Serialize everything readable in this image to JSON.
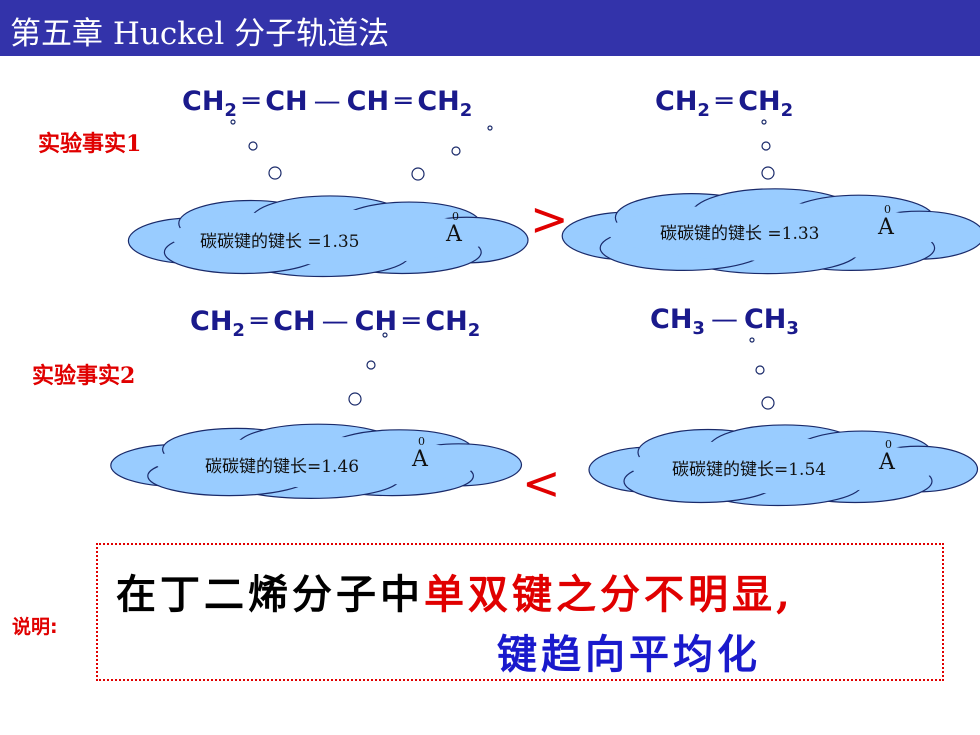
{
  "header": {
    "title": "第五章 Huckel 分子轨道法"
  },
  "row1": {
    "fact_label": "实验事实1",
    "formula_left": {
      "a": "CH",
      "a_sub": "2",
      "b": "CH",
      "c": "CH",
      "d": "CH",
      "d_sub": "2"
    },
    "formula_right": {
      "a": "CH",
      "a_sub": "2",
      "b": "CH",
      "b_sub": "2"
    },
    "cloud_left_text": "碳碳键的键长 =1.35",
    "cloud_right_text": "碳碳键的键长 =1.33",
    "compare": ">"
  },
  "row2": {
    "fact_label": "实验事实2",
    "formula_left": {
      "a": "CH",
      "a_sub": "2",
      "b": "CH",
      "c": "CH",
      "d": "CH",
      "d_sub": "2"
    },
    "formula_right": {
      "a": "CH",
      "a_sub": "3",
      "b": "CH",
      "b_sub": "3"
    },
    "cloud_left_text": "碳碳键的键长=1.46",
    "cloud_right_text": "碳碳键的键长=1.54",
    "compare": "<"
  },
  "unit": {
    "symbol": "A",
    "mark": "0"
  },
  "bonds": {
    "double": "═",
    "single": "—"
  },
  "note": {
    "label": "说明:",
    "line1_black": "在丁二烯分子中",
    "line1_red": "单双键之分不明显,",
    "line2": "键趋向平均化"
  },
  "colors": {
    "header_bg": "#3333aa",
    "cloud_fill": "#99ccff",
    "accent_red": "#e00000",
    "formula_blue": "#1a1a8c"
  }
}
